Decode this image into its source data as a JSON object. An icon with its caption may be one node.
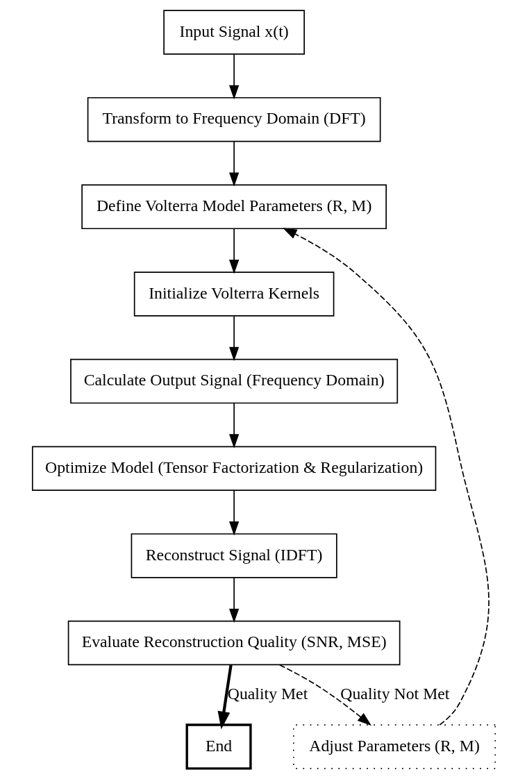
{
  "diagram": {
    "nodes": [
      {
        "text": [
          "Input Signal x(t)"
        ]
      },
      {
        "text": [
          "Transform to Frequency Domain (DFT)"
        ]
      },
      {
        "text": [
          "Define Volterra Model Parameters (R, M)"
        ]
      },
      {
        "text": [
          "Initialize Volterra Kernels"
        ]
      },
      {
        "text": [
          "Calculate Output Signal (Frequency Domain)"
        ]
      },
      {
        "text": [
          "Optimize Model (Tensor Factorization & Regularization)"
        ]
      },
      {
        "text": [
          "Reconstruct Signal (IDFT)"
        ]
      },
      {
        "text": [
          "Evaluate Reconstruction Quality (SNR, MSE)"
        ]
      },
      {
        "text": [
          "End"
        ]
      },
      {
        "text": [
          "Adjust Parameters (R, M)"
        ]
      }
    ],
    "edges": [
      {
        "from": 0,
        "to": 1,
        "arrow": "to"
      },
      {
        "from": 1,
        "to": 2,
        "arrow": "to"
      },
      {
        "from": 2,
        "to": 3,
        "arrow": "to"
      },
      {
        "from": 3,
        "to": 4,
        "arrow": "to"
      },
      {
        "from": 4,
        "to": 5,
        "arrow": "to"
      },
      {
        "from": 5,
        "to": 6,
        "arrow": "to"
      },
      {
        "from": 6,
        "to": 7,
        "arrow": "to"
      },
      {
        "from": 7,
        "to": 8,
        "arrow": "to",
        "label": "Quality Met",
        "style": "thick"
      },
      {
        "from": 7,
        "to": 9,
        "arrow": "to",
        "label": "Quality Not Met",
        "style": "dashed"
      },
      {
        "from": 9,
        "to": 2,
        "arrow": "to",
        "style": "dashed"
      }
    ]
  }
}
